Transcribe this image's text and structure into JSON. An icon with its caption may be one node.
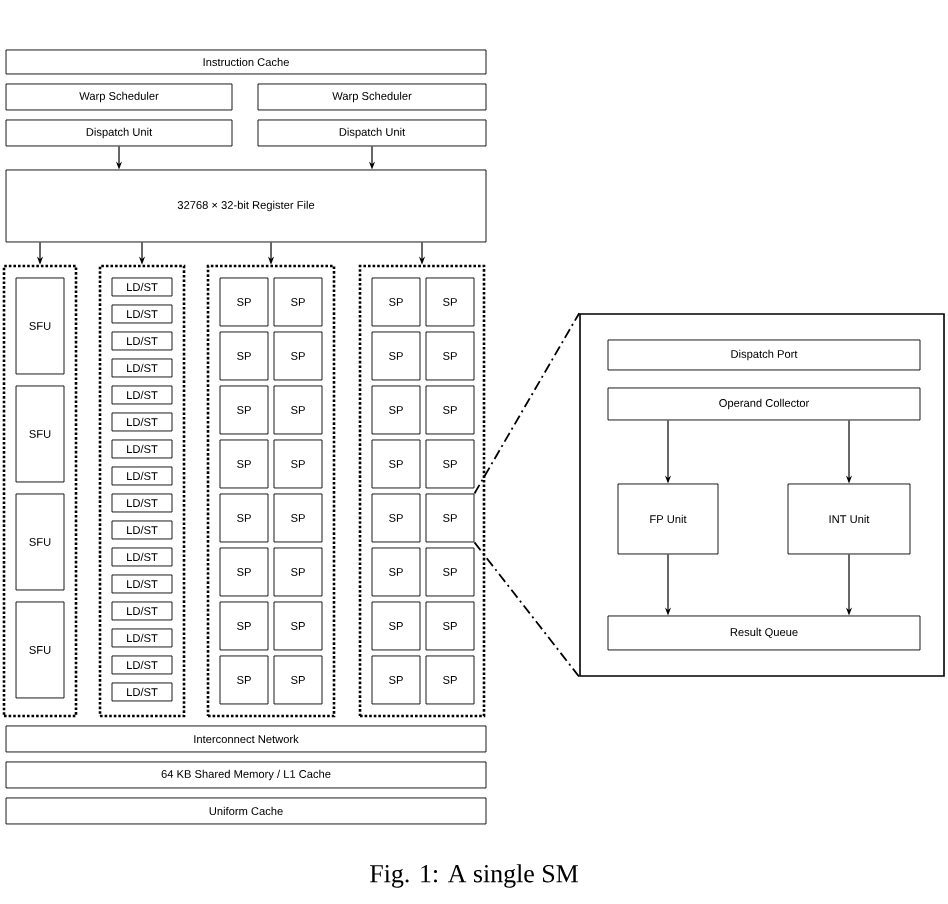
{
  "diagram": {
    "caption": "Fig. 1: A single SM",
    "nodes": [
      {
        "text": [
          "Instruction Cache"
        ]
      },
      {
        "text": [
          "Warp Scheduler"
        ]
      },
      {
        "text": [
          "Warp Scheduler"
        ]
      },
      {
        "text": [
          "Dispatch Unit"
        ]
      },
      {
        "text": [
          "Dispatch Unit"
        ]
      },
      {
        "text": [
          "32768 × 32-bit Register File"
        ]
      },
      {
        "text": [],
        "shape": "box"
      },
      {
        "text": [
          "SFU"
        ],
        "in": 6
      },
      {
        "text": [
          "SFU"
        ],
        "in": 6
      },
      {
        "text": [
          "SFU"
        ],
        "in": 6
      },
      {
        "text": [
          "SFU"
        ],
        "in": 6
      },
      {
        "text": [],
        "shape": "box"
      },
      {
        "text": [
          "LD/ST"
        ],
        "in": 11
      },
      {
        "text": [
          "LD/ST"
        ],
        "in": 11
      },
      {
        "text": [
          "LD/ST"
        ],
        "in": 11
      },
      {
        "text": [
          "LD/ST"
        ],
        "in": 11
      },
      {
        "text": [
          "LD/ST"
        ],
        "in": 11
      },
      {
        "text": [
          "LD/ST"
        ],
        "in": 11
      },
      {
        "text": [
          "LD/ST"
        ],
        "in": 11
      },
      {
        "text": [
          "LD/ST"
        ],
        "in": 11
      },
      {
        "text": [
          "LD/ST"
        ],
        "in": 11
      },
      {
        "text": [
          "LD/ST"
        ],
        "in": 11
      },
      {
        "text": [
          "LD/ST"
        ],
        "in": 11
      },
      {
        "text": [
          "LD/ST"
        ],
        "in": 11
      },
      {
        "text": [
          "LD/ST"
        ],
        "in": 11
      },
      {
        "text": [
          "LD/ST"
        ],
        "in": 11
      },
      {
        "text": [
          "LD/ST"
        ],
        "in": 11
      },
      {
        "text": [
          "LD/ST"
        ],
        "in": 11
      },
      {
        "text": [],
        "shape": "box"
      },
      {
        "text": [
          "SP"
        ],
        "in": 28
      },
      {
        "text": [
          "SP"
        ],
        "in": 28
      },
      {
        "text": [
          "SP"
        ],
        "in": 28
      },
      {
        "text": [
          "SP"
        ],
        "in": 28
      },
      {
        "text": [
          "SP"
        ],
        "in": 28
      },
      {
        "text": [
          "SP"
        ],
        "in": 28
      },
      {
        "text": [
          "SP"
        ],
        "in": 28
      },
      {
        "text": [
          "SP"
        ],
        "in": 28
      },
      {
        "text": [
          "SP"
        ],
        "in": 28
      },
      {
        "text": [
          "SP"
        ],
        "in": 28
      },
      {
        "text": [
          "SP"
        ],
        "in": 28
      },
      {
        "text": [
          "SP"
        ],
        "in": 28
      },
      {
        "text": [
          "SP"
        ],
        "in": 28
      },
      {
        "text": [
          "SP"
        ],
        "in": 28
      },
      {
        "text": [
          "SP"
        ],
        "in": 28
      },
      {
        "text": [
          "SP"
        ],
        "in": 28
      },
      {
        "text": [],
        "shape": "box"
      },
      {
        "text": [
          "SP"
        ],
        "in": 45
      },
      {
        "text": [
          "SP"
        ],
        "in": 45
      },
      {
        "text": [
          "SP"
        ],
        "in": 45
      },
      {
        "text": [
          "SP"
        ],
        "in": 45
      },
      {
        "text": [
          "SP"
        ],
        "in": 45
      },
      {
        "text": [
          "SP"
        ],
        "in": 45
      },
      {
        "text": [
          "SP"
        ],
        "in": 45
      },
      {
        "text": [
          "SP"
        ],
        "in": 45
      },
      {
        "text": [
          "SP"
        ],
        "in": 45
      },
      {
        "text": [
          "SP"
        ],
        "in": 45
      },
      {
        "text": [
          "SP"
        ],
        "in": 45
      },
      {
        "text": [
          "SP"
        ],
        "in": 45
      },
      {
        "text": [
          "SP"
        ],
        "in": 45
      },
      {
        "text": [
          "SP"
        ],
        "in": 45
      },
      {
        "text": [
          "SP"
        ],
        "in": 45
      },
      {
        "text": [
          "SP"
        ],
        "in": 45
      },
      {
        "text": [
          "Interconnect Network"
        ]
      },
      {
        "text": [
          "64 KB Shared Memory / L1 Cache"
        ]
      },
      {
        "text": [
          "Uniform Cache"
        ]
      },
      {
        "text": [],
        "shape": "box"
      },
      {
        "text": [
          "Dispatch Port"
        ],
        "in": 65
      },
      {
        "text": [
          "Operand Collector"
        ],
        "in": 65
      },
      {
        "text": [
          "FP Unit"
        ],
        "in": 65
      },
      {
        "text": [
          "INT Unit"
        ],
        "in": 65
      },
      {
        "text": [
          "Result Queue"
        ],
        "in": 65
      }
    ],
    "edges": [
      {
        "from": 3,
        "to": 5,
        "arrow": "to"
      },
      {
        "from": 4,
        "to": 5,
        "arrow": "to"
      },
      {
        "from": 5,
        "to": 6,
        "arrow": "to"
      },
      {
        "from": 5,
        "to": 11,
        "arrow": "to"
      },
      {
        "from": 5,
        "to": 28,
        "arrow": "to"
      },
      {
        "from": 5,
        "to": 45,
        "arrow": "to"
      },
      {
        "from": 55,
        "to": 65,
        "arrow": "none",
        "style": "dashed"
      },
      {
        "from": 55,
        "to": 65,
        "arrow": "none",
        "style": "dashed"
      },
      {
        "from": 67,
        "to": 68,
        "arrow": "to"
      },
      {
        "from": 67,
        "to": 69,
        "arrow": "to"
      },
      {
        "from": 68,
        "to": 70,
        "arrow": "to"
      },
      {
        "from": 69,
        "to": 70,
        "arrow": "to"
      }
    ]
  }
}
